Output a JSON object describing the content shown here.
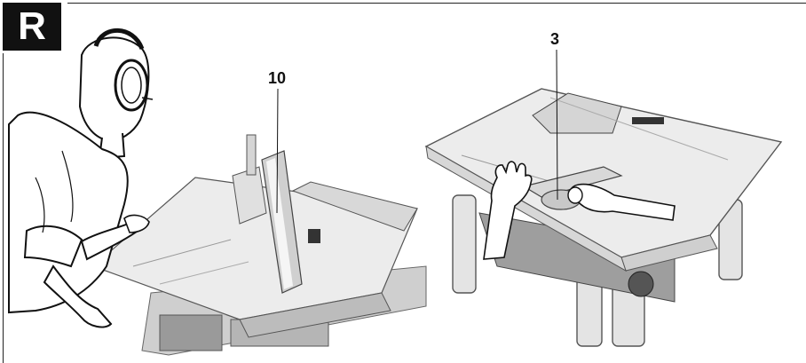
{
  "figure": {
    "label": "R",
    "callouts": [
      {
        "id": "10",
        "text": "10"
      },
      {
        "id": "3",
        "text": "3"
      }
    ]
  },
  "colors": {
    "ink": "#111111",
    "line": "#555555",
    "metal_light": "#e6e6e6",
    "metal_mid": "#bdbdbd",
    "metal_dark": "#7a7a7a",
    "skin": "#ffffff",
    "table_top": "#ededed"
  },
  "icons": {
    "person_with_ear_protection": "person-ear-protection-icon",
    "table_saw": "table-saw-icon",
    "hand": "hand-icon"
  }
}
